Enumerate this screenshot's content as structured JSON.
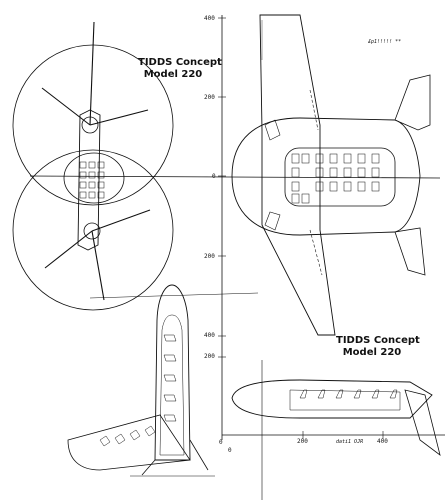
{
  "titles": {
    "top": [
      "TIDDS Concept",
      "Model 220"
    ],
    "bottom": [
      "TIDDS Concept",
      "Model 220"
    ]
  },
  "axis_ticks": {
    "front_view_x": [
      "400",
      "200",
      "0",
      "200",
      "400"
    ],
    "side_view_x": [
      "0",
      "200",
      "400"
    ],
    "side_view_y": "200",
    "corner_mark": "0"
  },
  "annotations": {
    "scale_note_top": "£p1!!!!! **",
    "scale_note_bottom": "dati1 OJR"
  },
  "colors": {
    "ink": "#111111",
    "paper": "#ffffff"
  }
}
